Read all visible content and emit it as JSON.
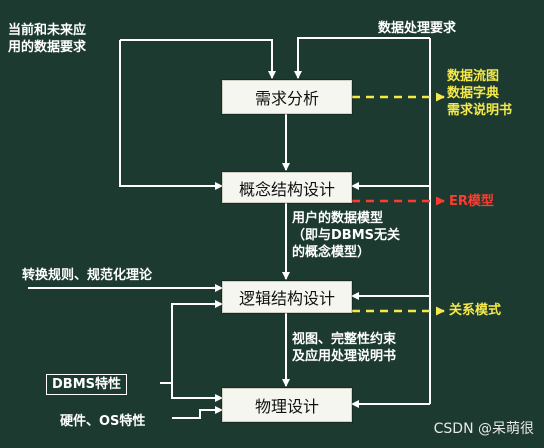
{
  "nodes": {
    "requirements_analysis": "需求分析",
    "conceptual_design": "概念结构设计",
    "logical_design": "逻辑结构设计",
    "physical_design": "物理设计"
  },
  "inputs": {
    "current_future_app": "当前和未来应\n用的数据要求",
    "data_processing": "数据处理要求",
    "conversion_rules": "转换规则、规范化理论",
    "dbms_features": "DBMS特性",
    "hardware_os": "硬件、OS特性"
  },
  "outputs": {
    "req_docs": "数据流图\n数据字典\n需求说明书",
    "er_model": "ER模型",
    "relational_schema": "关系模式"
  },
  "edge_labels": {
    "user_data_model": "用户的数据模型\n（即与DBMS无关\n的概念模型）",
    "views_constraints": "视图、完整性约束\n及应用处理说明书"
  },
  "watermark": "CSDN @呆萌很",
  "colors": {
    "background": "#1c3a30",
    "wire": "#ffffff",
    "yellow_output": "#f4e84a",
    "red_output": "#ff3b2f"
  }
}
